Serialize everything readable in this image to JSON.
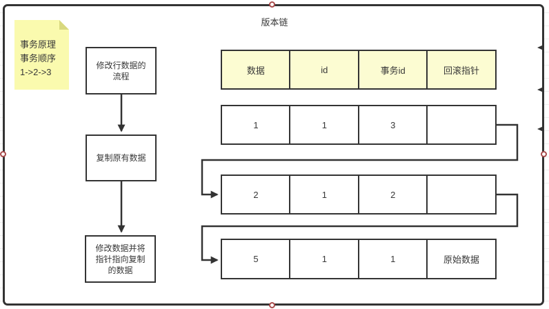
{
  "colors": {
    "line": "#333333",
    "text": "#383838",
    "note_fill": "#fafaae",
    "note_fold": "#d8d87e",
    "header_fill": "#fcfcd2",
    "handle_stroke": "#a94b4b"
  },
  "title": "版本链",
  "sticky_note": {
    "lines": [
      "事务原理",
      "事务顺序",
      "1->2->3"
    ]
  },
  "flowchart": {
    "steps": [
      {
        "lines": [
          "修改行数据的",
          "流程"
        ]
      },
      {
        "lines": [
          "复制原有数据"
        ]
      },
      {
        "lines": [
          "修改数据并将",
          "指针指向复制",
          "的数据"
        ]
      }
    ]
  },
  "table": {
    "headers": [
      "数据",
      "id",
      "事务id",
      "回滚指针"
    ],
    "rows": [
      [
        "1",
        "1",
        "3",
        ""
      ],
      [
        "2",
        "1",
        "2",
        ""
      ],
      [
        "5",
        "1",
        "1",
        "原始数据"
      ]
    ]
  }
}
